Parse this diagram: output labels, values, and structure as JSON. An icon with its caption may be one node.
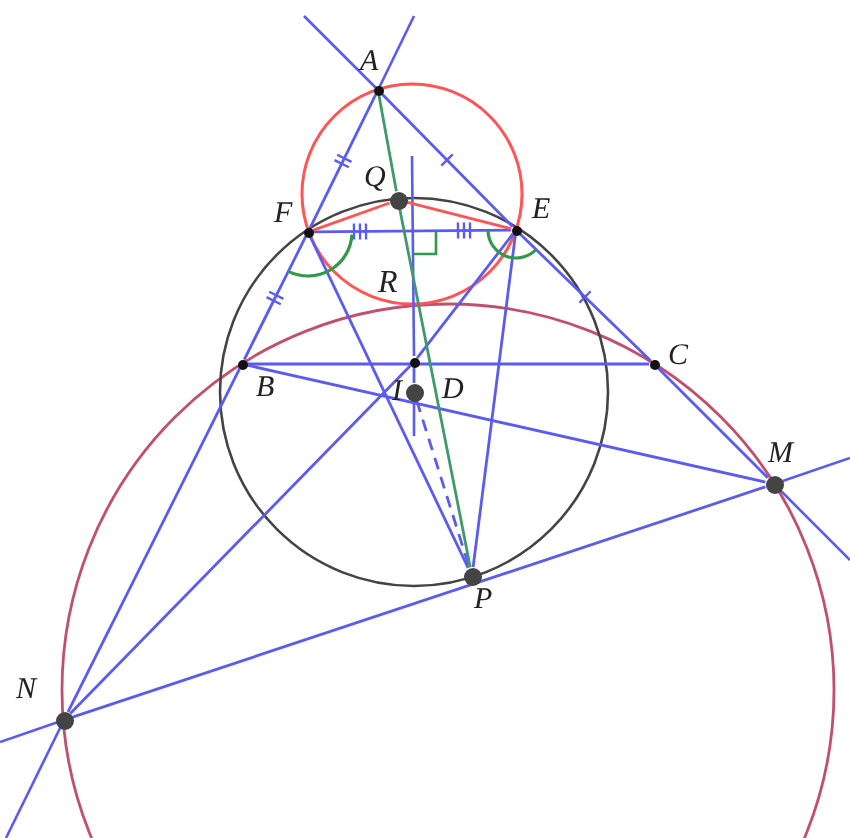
{
  "diagram": {
    "nodes": [
      {
        "text": [
          "A"
        ]
      },
      {
        "text": [
          "Q"
        ]
      },
      {
        "text": [
          "F"
        ]
      },
      {
        "text": [
          "E"
        ]
      },
      {
        "text": [
          "B"
        ]
      },
      {
        "text": [
          "D"
        ]
      },
      {
        "text": [
          "I"
        ]
      },
      {
        "text": [
          "C"
        ]
      },
      {
        "text": [
          "M"
        ]
      },
      {
        "text": [
          "P"
        ]
      },
      {
        "text": [
          "N"
        ]
      }
    ],
    "edges": [
      {
        "from": 0,
        "to": 2,
        "arrow": "none"
      },
      {
        "from": 2,
        "to": 4,
        "arrow": "none"
      },
      {
        "from": 4,
        "to": 10,
        "arrow": "none"
      },
      {
        "from": 0,
        "to": 3,
        "arrow": "none"
      },
      {
        "from": 3,
        "to": 7,
        "arrow": "none"
      },
      {
        "from": 7,
        "to": 8,
        "arrow": "none"
      },
      {
        "from": 2,
        "to": 3,
        "arrow": "none"
      },
      {
        "from": 4,
        "to": 7,
        "arrow": "none"
      },
      {
        "from": 4,
        "to": 8,
        "arrow": "none"
      },
      {
        "from": 10,
        "to": 8,
        "arrow": "none"
      },
      {
        "from": 2,
        "to": 9,
        "arrow": "none"
      },
      {
        "from": 3,
        "to": 9,
        "arrow": "none"
      },
      {
        "from": 10,
        "to": 5,
        "arrow": "none"
      },
      {
        "from": 5,
        "to": 3,
        "arrow": "none"
      },
      {
        "from": 5,
        "to": 6,
        "arrow": "none"
      },
      {
        "from": 6,
        "to": 9,
        "arrow": "none",
        "style": "dashed"
      },
      {
        "from": 0,
        "to": 1,
        "arrow": "none",
        "color": "#3f9a6b"
      },
      {
        "from": 1,
        "to": 9,
        "arrow": "none",
        "color": "#3f9a6b"
      },
      {
        "from": 2,
        "to": 1,
        "arrow": "none",
        "color": "#ff5555"
      },
      {
        "from": 1,
        "to": 3,
        "arrow": "none",
        "color": "#ff5555"
      }
    ],
    "labels": [
      "R"
    ]
  }
}
